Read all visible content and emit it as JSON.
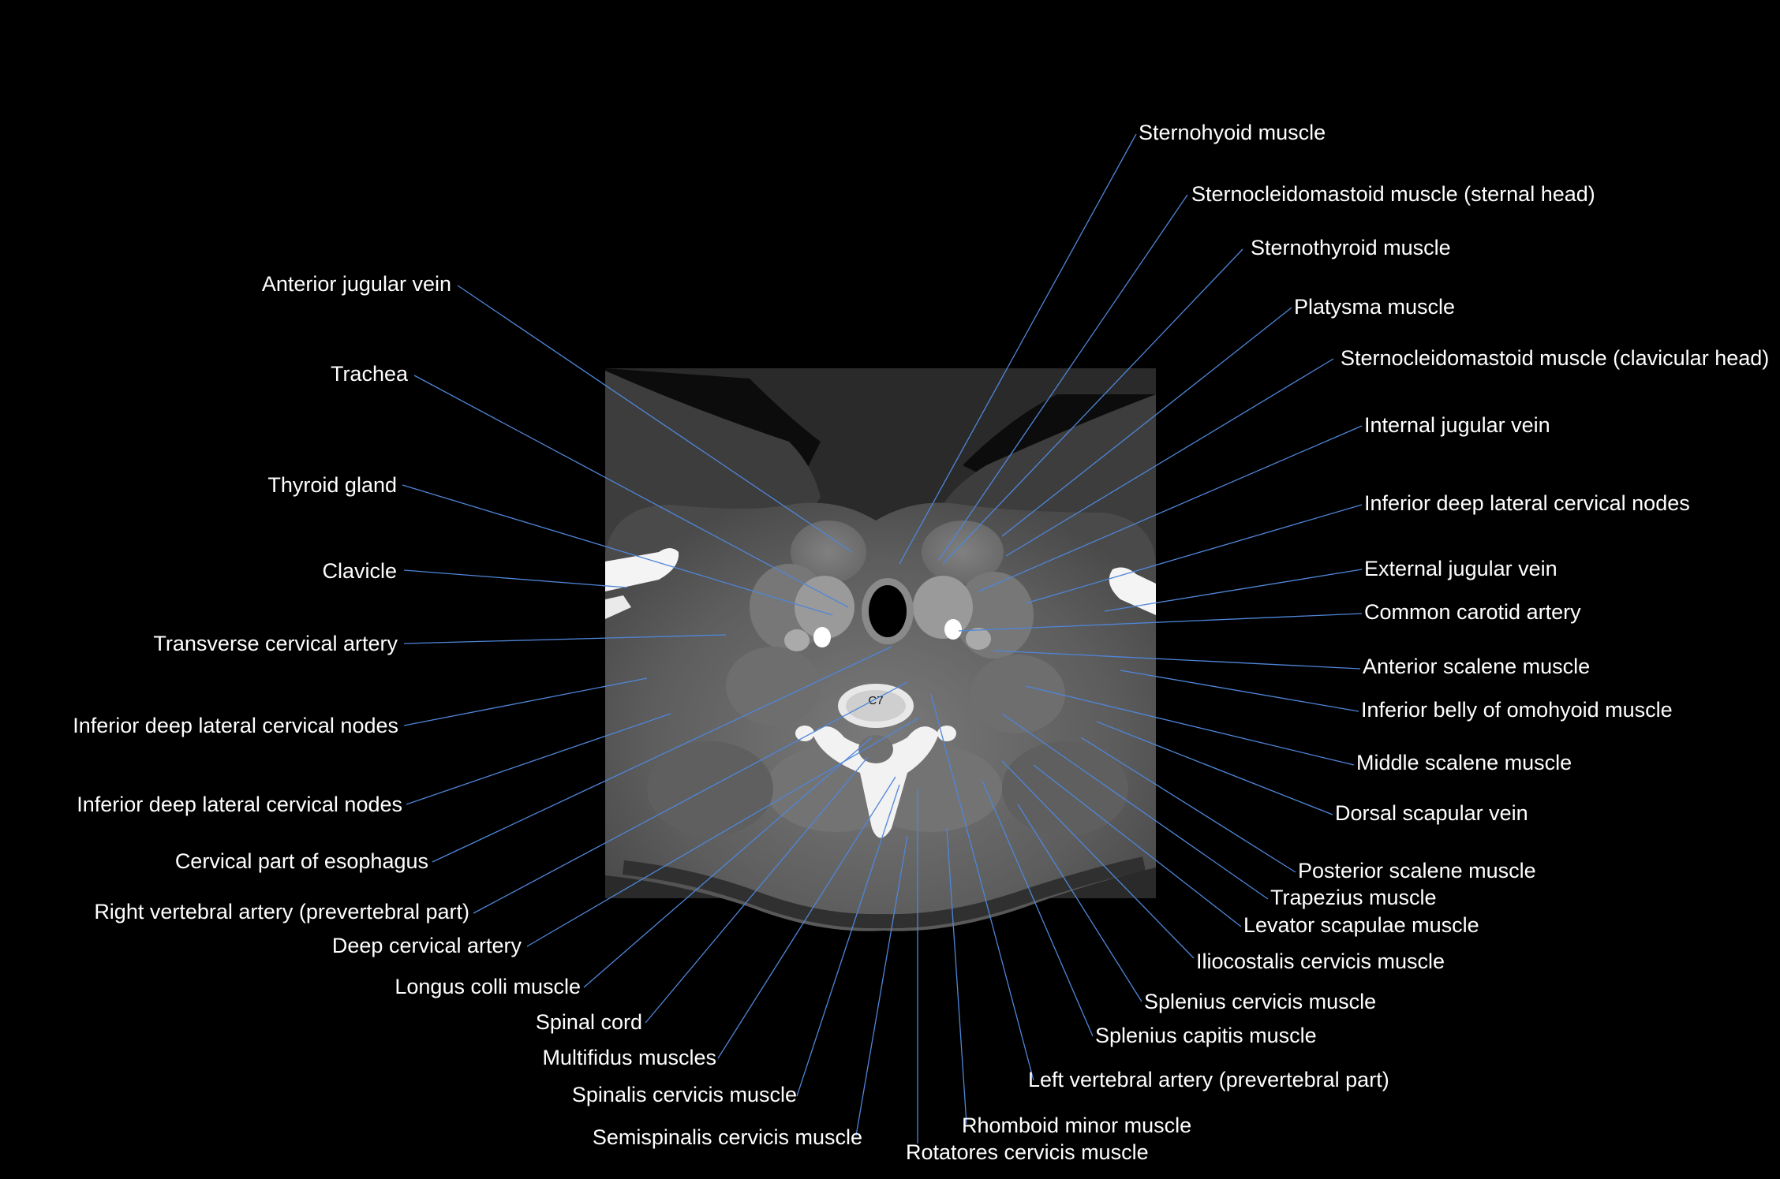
{
  "image": {
    "vertebra_marker": "C7",
    "leader_color": "#4f86d9"
  },
  "labels_left": [
    "Anterior jugular vein",
    "Trachea",
    "Thyroid gland",
    "Clavicle",
    "Transverse cervical artery",
    "Inferior deep lateral cervical nodes",
    "Inferior deep lateral cervical nodes",
    "Cervical part of esophagus",
    "Right vertebral artery (prevertebral part)",
    "Deep cervical artery",
    "Longus colli muscle",
    "Spinal cord",
    "Multifidus muscles",
    "Spinalis cervicis muscle",
    "Semispinalis cervicis muscle"
  ],
  "labels_right": [
    "Sternohyoid muscle",
    "Sternocleidomastoid muscle (sternal head)",
    "Sternothyroid muscle",
    "Platysma muscle",
    "Sternocleidomastoid muscle (clavicular head)",
    "Internal jugular vein",
    "Inferior deep lateral cervical nodes",
    "External jugular vein",
    "Common carotid artery",
    "Anterior scalene muscle",
    "Inferior belly of omohyoid muscle",
    "Middle scalene muscle",
    "Dorsal scapular vein",
    "Posterior scalene muscle",
    "Trapezius muscle",
    "Levator scapulae muscle",
    "Iliocostalis cervicis muscle",
    "Splenius cervicis muscle",
    "Splenius capitis muscle",
    "Left vertebral artery (prevertebral part)",
    "Rhomboid minor muscle",
    "Rotatores cervicis muscle"
  ]
}
